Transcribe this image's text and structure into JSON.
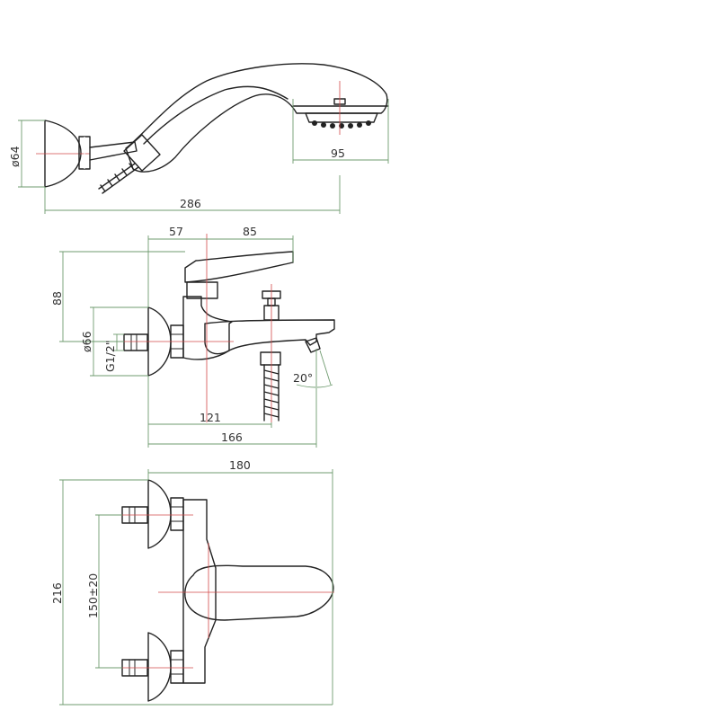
{
  "dimensions": {
    "hand_shower_diameter": "ø64",
    "hand_shower_head_width": "95",
    "hand_shower_total_length": "286",
    "lever_offset": "57",
    "lever_length": "85",
    "lever_height": "88",
    "flange_diameter": "ø66",
    "thread_size": "G1/2\"",
    "spout_angle": "20°",
    "spout_offset": "121",
    "total_depth": "166",
    "total_width": "180",
    "centre_distance": "150±20",
    "total_height": "216"
  }
}
